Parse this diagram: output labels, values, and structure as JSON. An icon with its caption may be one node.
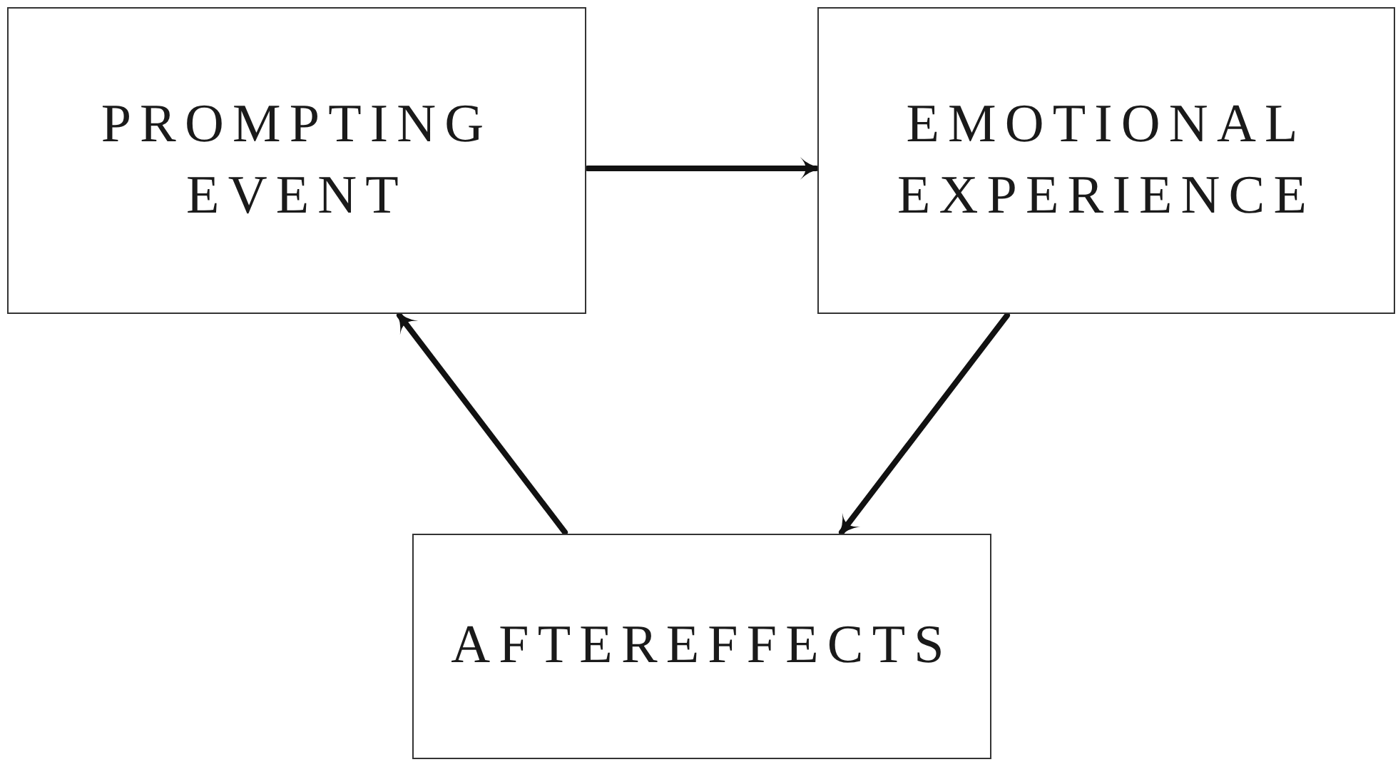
{
  "diagram": {
    "nodes": [
      {
        "text": [
          "PROMPTING EVENT"
        ]
      },
      {
        "text": [
          "EMOTIONAL EXPERIENCE"
        ]
      },
      {
        "text": [
          "AFTEREFFECTS"
        ]
      }
    ],
    "edges": [
      {
        "from": 0,
        "to": 1,
        "arrow": "to"
      },
      {
        "from": 1,
        "to": 2,
        "arrow": "to"
      },
      {
        "from": 2,
        "to": 0,
        "arrow": "to"
      }
    ]
  }
}
